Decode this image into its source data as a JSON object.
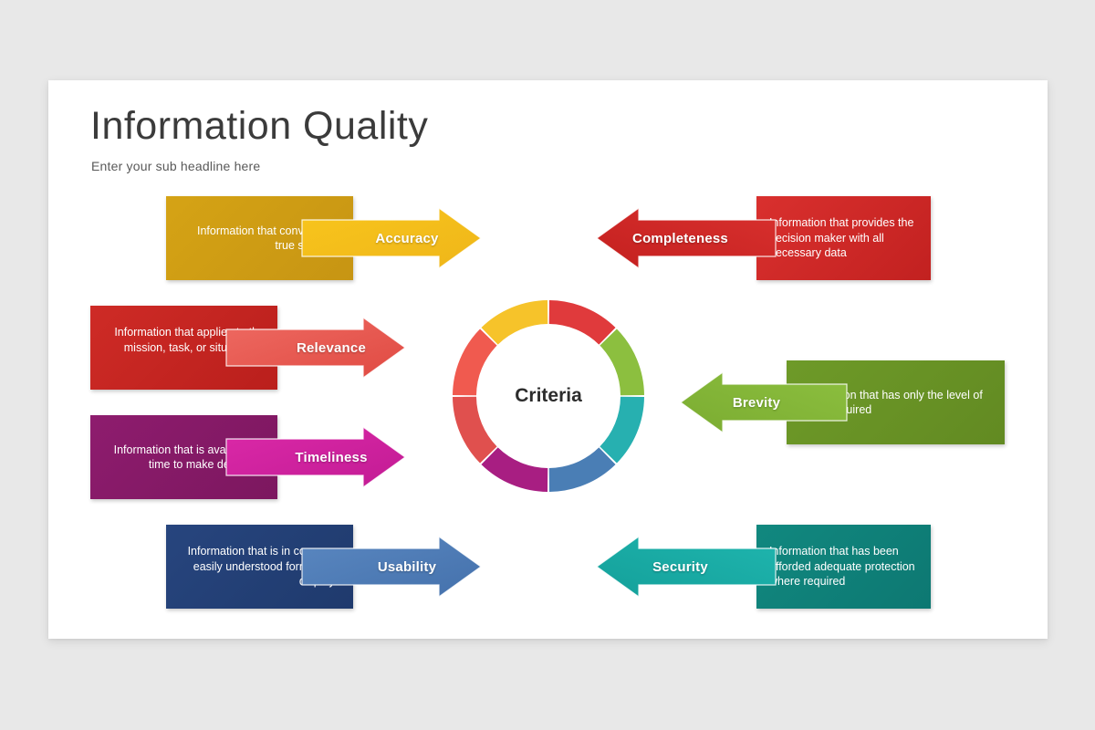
{
  "slide": {
    "title": "Information Quality",
    "subtitle": "Enter your sub headline here",
    "background_color": "#e8e8e8",
    "card_color": "#ffffff"
  },
  "center": {
    "label": "Criteria",
    "ring_segments": 8,
    "segment_colors": [
      "#E03A3C",
      "#8CBF3F",
      "#27B0B0",
      "#4A7EB5",
      "#A81E82",
      "#E0504E",
      "#F05A4F",
      "#F6C32A"
    ]
  },
  "criteria": [
    {
      "id": "accuracy",
      "label": "Accuracy",
      "description": "Information that conveys the true situation",
      "direction": "right",
      "arrow_color": "#F8C51C",
      "arrow_color_dark": "#EFB61A",
      "box_color": "#D5A315",
      "box_color_dark": "#C79513",
      "text_align": "right"
    },
    {
      "id": "completeness",
      "label": "Completeness",
      "description": "Information that provides the decision maker with all necessary data",
      "direction": "left",
      "arrow_color": "#D8302E",
      "arrow_color_dark": "#C4201F",
      "box_color": "#D9302E",
      "box_color_dark": "#C22120",
      "text_align": "left"
    },
    {
      "id": "relevance",
      "label": "Relevance",
      "description": "Information that applies to the mission, task, or situation at hand",
      "direction": "right",
      "arrow_color": "#EE6A62",
      "arrow_color_dark": "#E04A42",
      "box_color": "#CE2B26",
      "box_color_dark": "#BA1F1C",
      "text_align": "right"
    },
    {
      "id": "brevity",
      "label": "Brevity",
      "description": "Information that has only the level of detail required",
      "direction": "left",
      "arrow_color": "#8CBF3F",
      "arrow_color_dark": "#7BAC31",
      "box_color": "#6E9A28",
      "box_color_dark": "#628A22",
      "text_align": "left"
    },
    {
      "id": "timeliness",
      "label": "Timeliness",
      "description": "Information that is available in time to make decisions",
      "direction": "right",
      "arrow_color": "#DB29A8",
      "arrow_color_dark": "#C21B94",
      "box_color": "#8E1C6E",
      "box_color_dark": "#7C175F",
      "text_align": "right"
    },
    {
      "id": "security",
      "label": "Security",
      "description": "Information that has been afforded adequate protection where required",
      "direction": "left",
      "arrow_color": "#1FB5AE",
      "arrow_color_dark": "#14A09A",
      "box_color": "#11887F",
      "box_color_dark": "#0D7872",
      "text_align": "left"
    },
    {
      "id": "usability",
      "label": "Usability",
      "description": "Information that is in common, easily understood format and displays",
      "direction": "right",
      "arrow_color": "#5A87C0",
      "arrow_color_dark": "#4471AC",
      "box_color": "#27457E",
      "box_color_dark": "#1F3A6D",
      "text_align": "right"
    }
  ]
}
